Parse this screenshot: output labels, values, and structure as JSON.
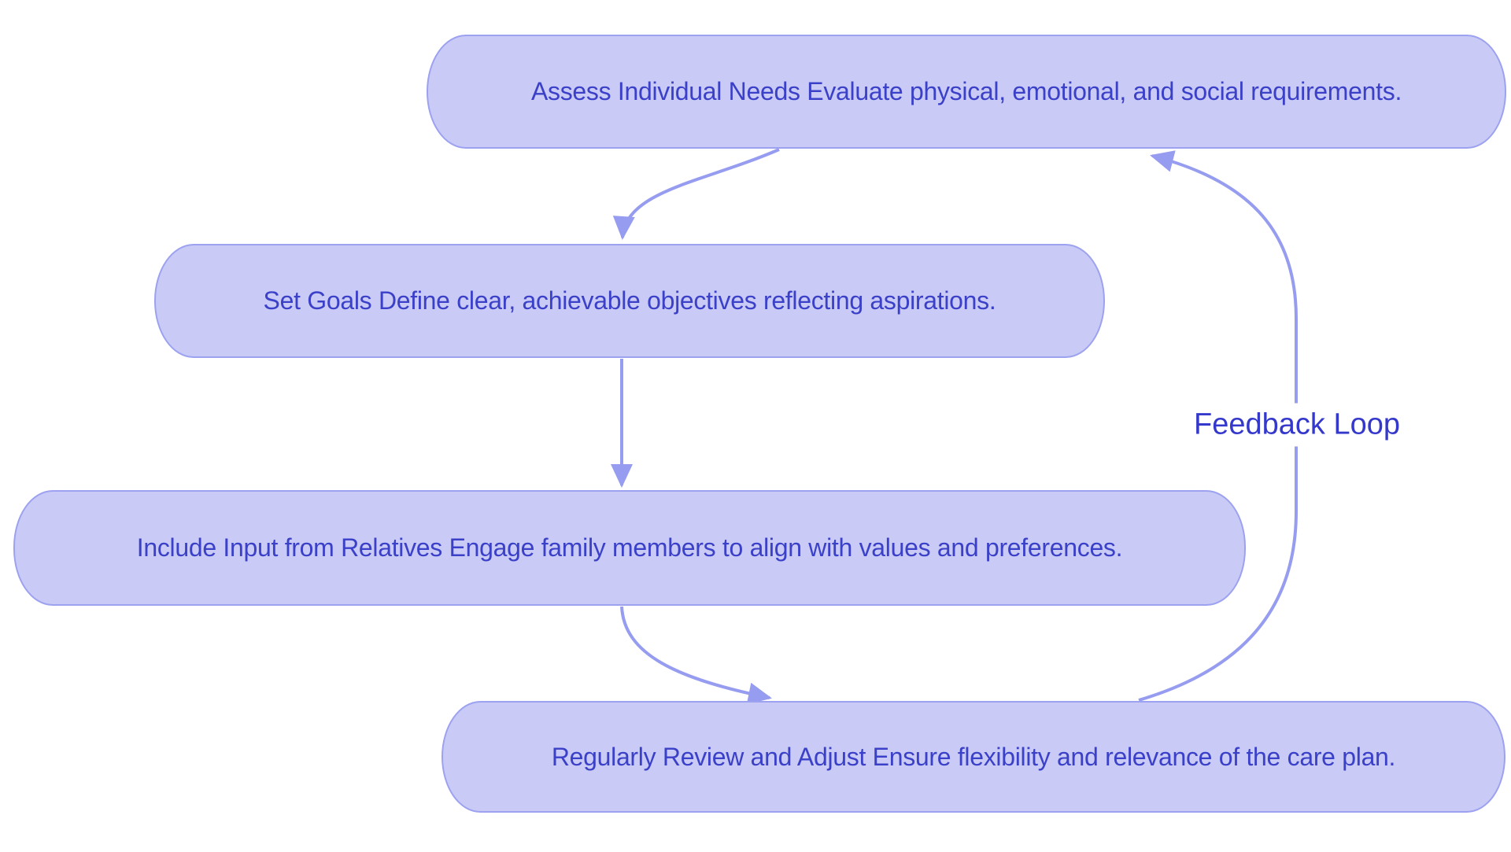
{
  "diagram": {
    "type": "flowchart",
    "background": "#ffffff",
    "colors": {
      "node_fill": "#c9cbf6",
      "node_border": "#9ca1f0",
      "node_text": "#3b40c8",
      "arrow_color": "#969cef",
      "label_text": "#3539cb"
    }
  },
  "nodes": [
    {
      "id": "assess-individual-needs",
      "label": "Assess Individual Needs Evaluate physical, emotional, and social requirements."
    },
    {
      "id": "set-goals",
      "label": "Set Goals Define clear, achievable objectives reflecting aspirations."
    },
    {
      "id": "include-input-from-relatives",
      "label": "Include Input from Relatives Engage family members to align with values and preferences."
    },
    {
      "id": "regularly-review-and-adjust",
      "label": "Regularly Review and Adjust Ensure flexibility and relevance of the care plan."
    }
  ],
  "edges": [
    {
      "from": "assess-individual-needs",
      "to": "set-goals",
      "label": ""
    },
    {
      "from": "set-goals",
      "to": "include-input-from-relatives",
      "label": ""
    },
    {
      "from": "include-input-from-relatives",
      "to": "regularly-review-and-adjust",
      "label": ""
    },
    {
      "from": "regularly-review-and-adjust",
      "to": "assess-individual-needs",
      "label": "Feedback Loop"
    }
  ]
}
